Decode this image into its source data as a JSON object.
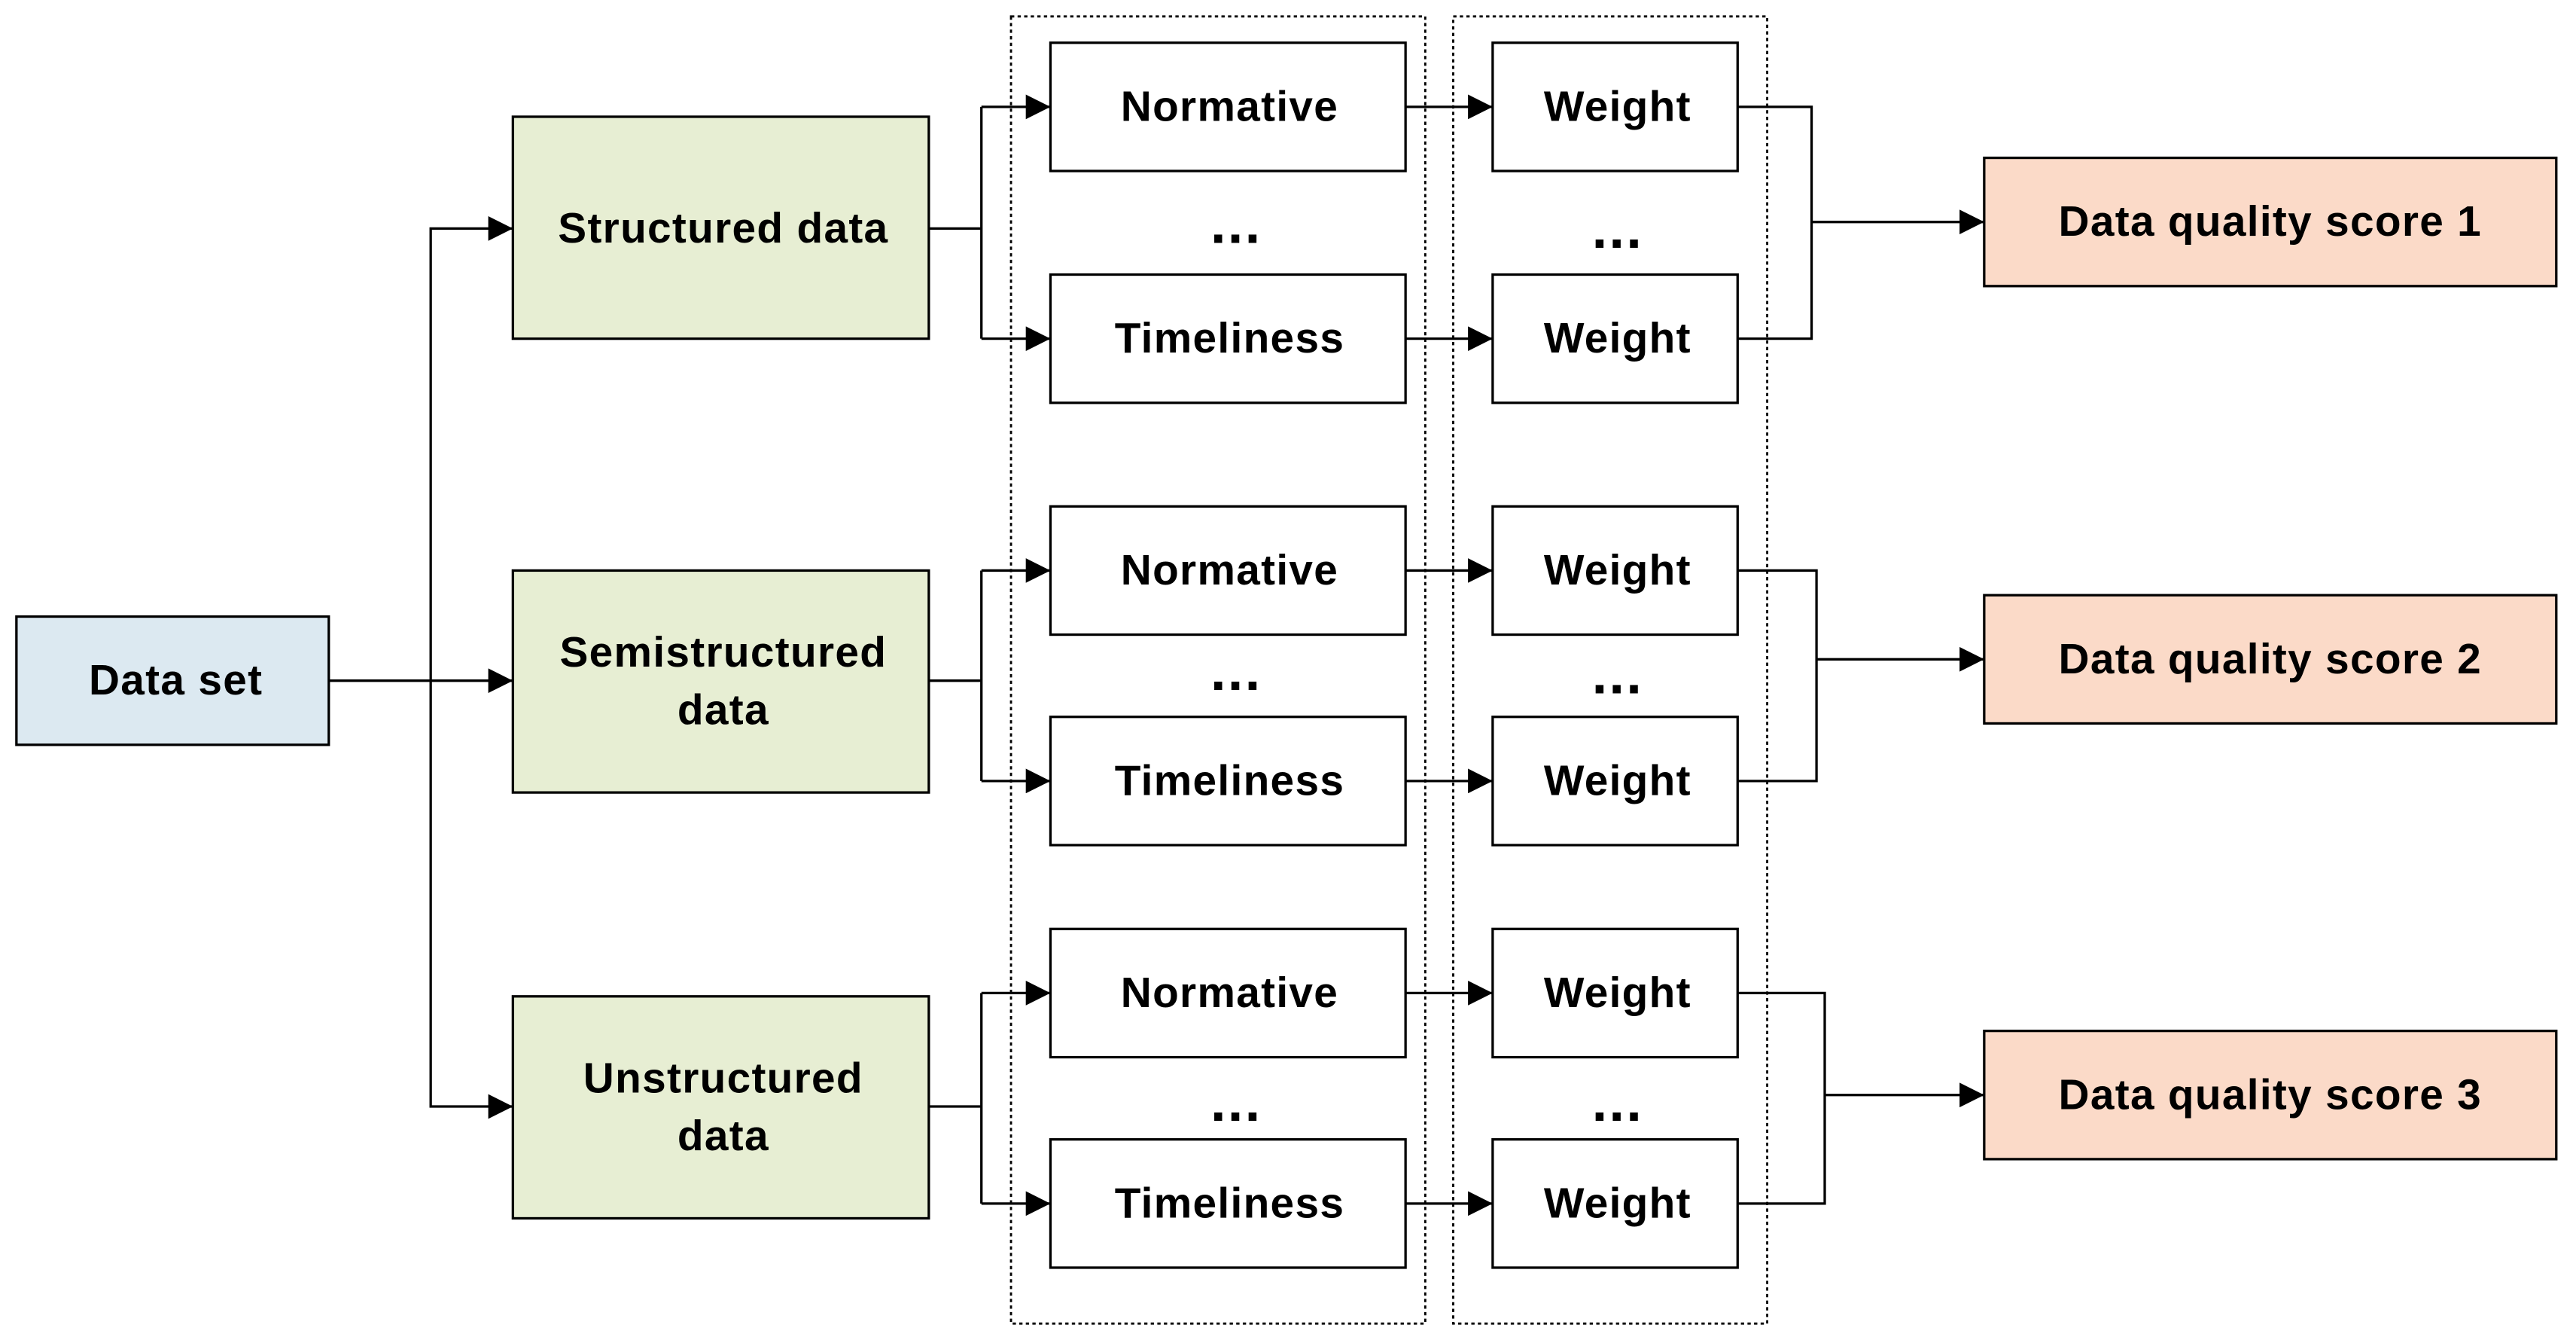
{
  "source": {
    "label": "Data set"
  },
  "categories": [
    {
      "lines": [
        "Structured data"
      ]
    },
    {
      "lines": [
        "Semistructured",
        "data"
      ]
    },
    {
      "lines": [
        "Unstructured",
        "data"
      ]
    }
  ],
  "groups": [
    {
      "top_indicator": "Normative",
      "ellipsis": "...",
      "bottom_indicator": "Timeliness",
      "top_weight": "Weight",
      "weight_ellipsis": "...",
      "bottom_weight": "Weight",
      "score": "Data quality score 1"
    },
    {
      "top_indicator": "Normative",
      "ellipsis": "...",
      "bottom_indicator": "Timeliness",
      "top_weight": "Weight",
      "weight_ellipsis": "...",
      "bottom_weight": "Weight",
      "score": "Data quality score 2"
    },
    {
      "top_indicator": "Normative",
      "ellipsis": "...",
      "bottom_indicator": "Timeliness",
      "top_weight": "Weight",
      "weight_ellipsis": "...",
      "bottom_weight": "Weight",
      "score": "Data quality score 3"
    }
  ],
  "colors": {
    "source_fill": "#dce9f1",
    "category_fill": "#e7eed3",
    "score_fill": "#fbdac8",
    "box_fill": "#ffffff",
    "stroke": "#000000"
  }
}
